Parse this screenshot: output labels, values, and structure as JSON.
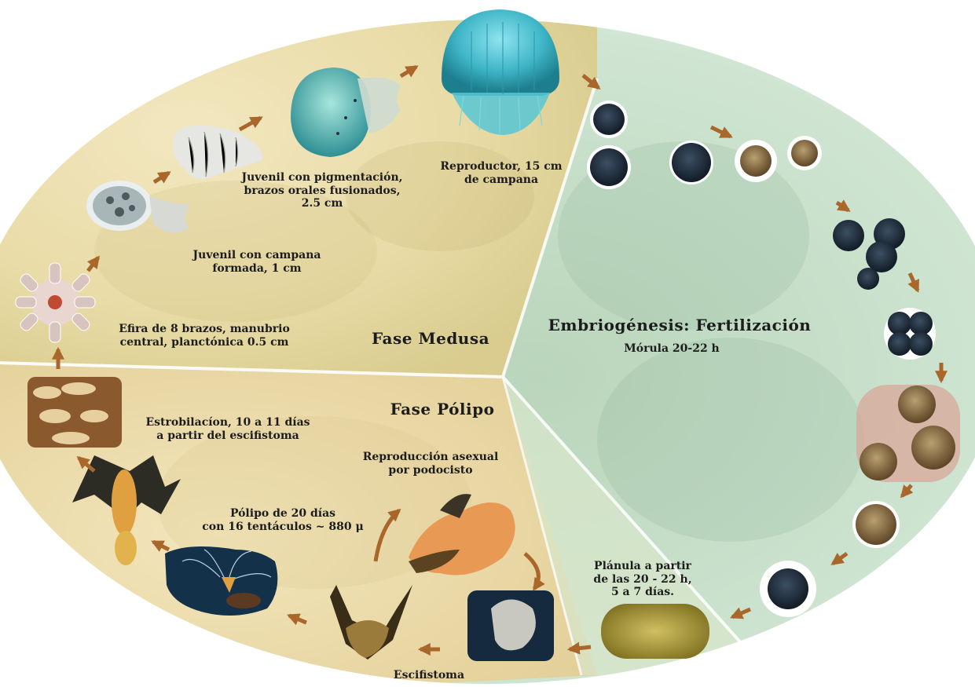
{
  "phases": {
    "medusa": "Fase Medusa",
    "polipo": "Fase Pólipo",
    "embryo_title": "Embriogénesis: Fertilización",
    "embryo_subtitle": "Mórula 20-22 h"
  },
  "stages": {
    "reproductor": "Reproductor, 15 cm\nde campana",
    "juvenil_pigment": "Juvenil con pigmentación,\nbrazos orales fusionados,\n2.5 cm",
    "juvenil_campana": "Juvenil con campana\nformada, 1 cm",
    "efira": "Efira de 8 brazos, manubrio\ncentral, planctónica 0.5 cm",
    "estrobilacion": "Estrobilacíon, 10 a 11 días\na partir del escifistoma",
    "polipo_20": "Pólipo de 20 días\ncon 16 tentáculos ~ 880 μ",
    "reproduccion": "Reproducción asexual\npor podocisto",
    "escifistoma": "Escifistoma",
    "planula": "Plánula a partir\nde las 20 - 22 h,\n5 a 7 días."
  },
  "colors": {
    "medusa_bg": "#efe3b5",
    "polipo_bg": "#eedcae",
    "embryo_bg": "#c9e0cb",
    "arrow": "#a9672c",
    "jelly": "#3fb6c8",
    "egg_dark": "#1d2b3a",
    "egg_brown": "#7a5a3a"
  }
}
